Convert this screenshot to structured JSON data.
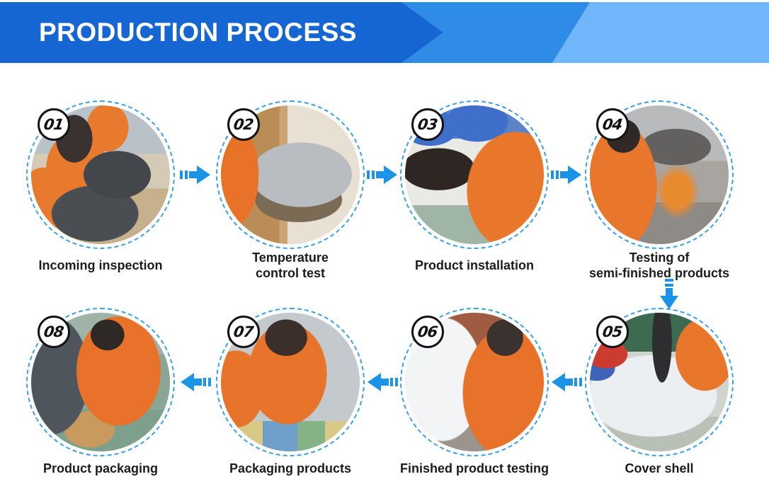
{
  "header": {
    "title": "PRODUCTION PROCESS"
  },
  "colors": {
    "banner_dark": "#1565d2",
    "banner_mid": "#2e8be6",
    "banner_light": "#6fb6fb",
    "flow_arrow": "#1b93e6",
    "circle_border": "#3aa0e6",
    "badge_border": "#141414",
    "caption_text": "#1c1c1c"
  },
  "steps": [
    {
      "number": "01",
      "label": "Incoming inspection",
      "photo": "workers-inspecting-component-trays"
    },
    {
      "number": "02",
      "label": "Temperature\ncontrol test",
      "photo": "temperature-control-test-machine"
    },
    {
      "number": "03",
      "label": "Product installation",
      "photo": "worker-assembling-product-parts"
    },
    {
      "number": "04",
      "label": "Testing of\nsemi-finished products",
      "photo": "worker-testing-on-equipment-panel"
    },
    {
      "number": "05",
      "label": "Cover shell",
      "photo": "screwing-cover-shell-onto-unit"
    },
    {
      "number": "06",
      "label": "Finished product testing",
      "photo": "worker-testing-wall-mounted-unit"
    },
    {
      "number": "07",
      "label": "Packaging products",
      "photo": "workers-packing-products-on-line"
    },
    {
      "number": "08",
      "label": "Product packaging",
      "photo": "worker-boxing-packaged-products"
    }
  ]
}
